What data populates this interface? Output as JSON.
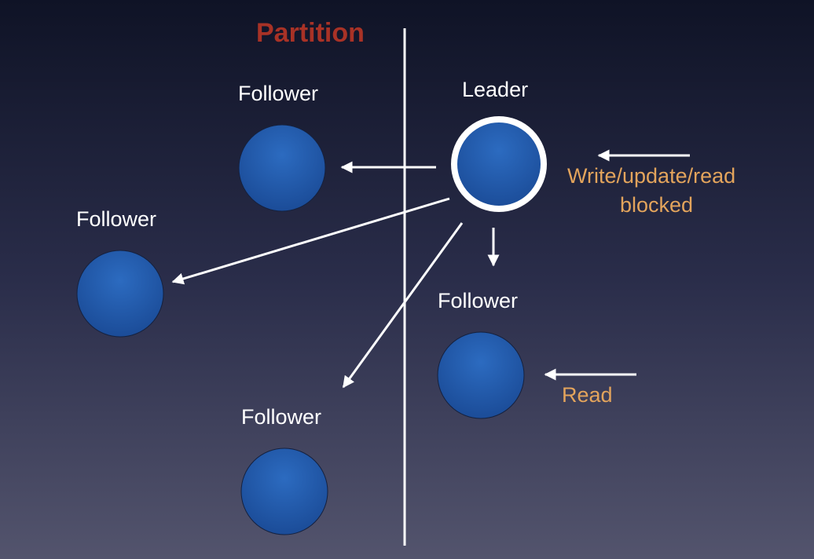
{
  "title": "Partition",
  "nodes": {
    "leader": {
      "label": "Leader"
    },
    "follower_top": {
      "label": "Follower"
    },
    "follower_left": {
      "label": "Follower"
    },
    "follower_right": {
      "label": "Follower"
    },
    "follower_bottom": {
      "label": "Follower"
    }
  },
  "annotations": {
    "write_blocked_line1": "Write/update/read",
    "write_blocked_line2": "blocked",
    "read": "Read"
  },
  "colors": {
    "node_fill": "#245dae",
    "arrow": "#ffffff",
    "title": "#a83226",
    "annotation": "#e3a45c"
  }
}
